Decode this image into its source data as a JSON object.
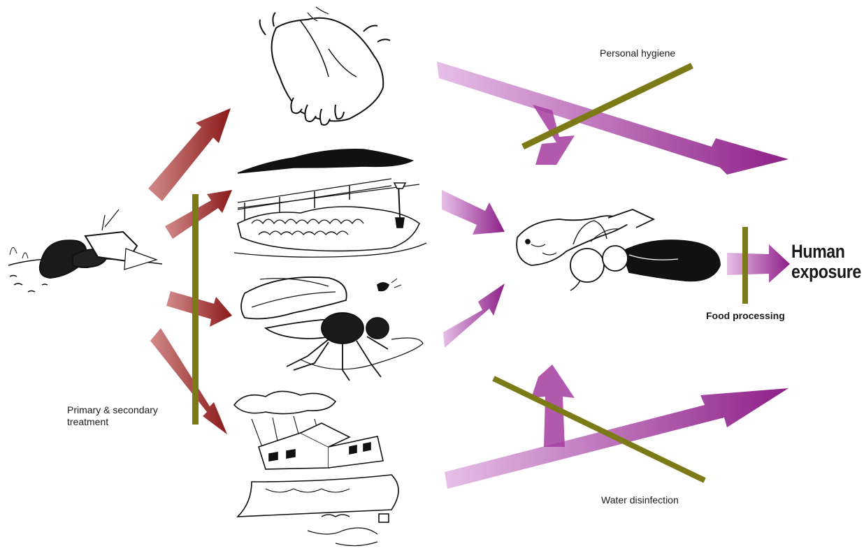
{
  "labels": {
    "personal_hygiene": "Personal hygiene",
    "primary_secondary_line1": "Primary & secondary",
    "primary_secondary_line2": "treatment",
    "food_processing": "Food processing",
    "water_disinfection": "Water disinfection",
    "human_exposure_line1": "Human",
    "human_exposure_line2": "exposure"
  },
  "colors": {
    "red_arrow": "#8b1a1a",
    "purple_arrow": "#9a2e96",
    "barrier_bar": "#7c7a16",
    "ink": "#111111"
  },
  "icons": {
    "source": "feces-illustration",
    "pathway_1": "hands-illustration",
    "pathway_2": "field-crops-illustration",
    "pathway_3": "fly-illustration",
    "pathway_4": "flooded-house-illustration",
    "food": "fish-and-vegetables-illustration"
  }
}
